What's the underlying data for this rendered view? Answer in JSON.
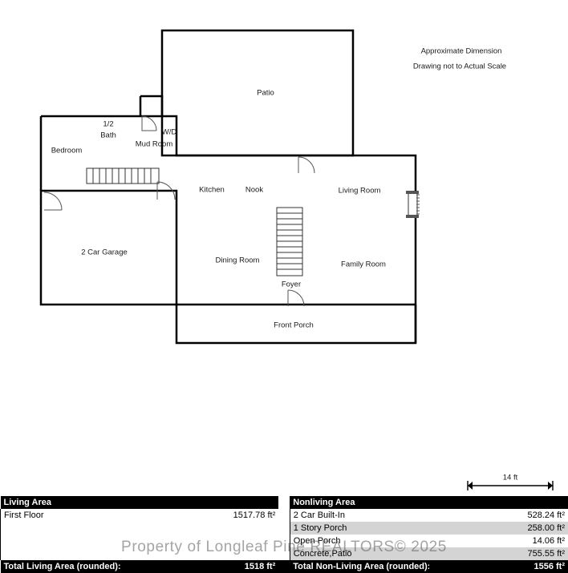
{
  "notes": {
    "line1": "Approximate Dimension",
    "line2": "Drawing not to Actual Scale"
  },
  "scale_bar": {
    "label": "14 ft"
  },
  "watermark": {
    "text": "Property of Longleaf Pine REALTORS© 2025"
  },
  "rooms": [
    {
      "key": "patio",
      "label": "Patio"
    },
    {
      "key": "half_bath",
      "label": "1/2"
    },
    {
      "key": "half_bath2",
      "label": "Bath"
    },
    {
      "key": "washer_dryer",
      "label": "W/D"
    },
    {
      "key": "mud_room",
      "label": "Mud Room"
    },
    {
      "key": "bedroom",
      "label": "Bedroom"
    },
    {
      "key": "kitchen",
      "label": "Kitchen"
    },
    {
      "key": "nook",
      "label": "Nook"
    },
    {
      "key": "living_room",
      "label": "Living Room"
    },
    {
      "key": "garage",
      "label": "2 Car Garage"
    },
    {
      "key": "dining_room",
      "label": "Dining Room"
    },
    {
      "key": "family_room",
      "label": "Family Room"
    },
    {
      "key": "foyer",
      "label": "Foyer"
    },
    {
      "key": "front_porch",
      "label": "Front Porch"
    }
  ],
  "area_table": {
    "living_header": "Living Area",
    "nonliving_header": "Nonliving Area",
    "living_rows": [
      {
        "label": "First Floor",
        "value": "1517.78 ft²"
      }
    ],
    "nonliving_rows": [
      {
        "label": "2 Car Built-In",
        "value": "528.24 ft²"
      },
      {
        "label": "1 Story Porch",
        "value": "258.00 ft²"
      },
      {
        "label": "Open Porch",
        "value": "14.06 ft²"
      },
      {
        "label": "Concrete,Patio",
        "value": "755.55 ft²"
      }
    ],
    "living_total_label": "Total Living Area (rounded):",
    "living_total_value": "1518 ft²",
    "nonliving_total_label": "Total Non-Living Area (rounded):",
    "nonliving_total_value": "1556 ft²"
  },
  "colors": {
    "wall": "#000000",
    "header_bg": "#000000",
    "header_fg": "#ffffff",
    "row_alt_bg": "#d4d4d4",
    "page_bg": "#ffffff"
  }
}
